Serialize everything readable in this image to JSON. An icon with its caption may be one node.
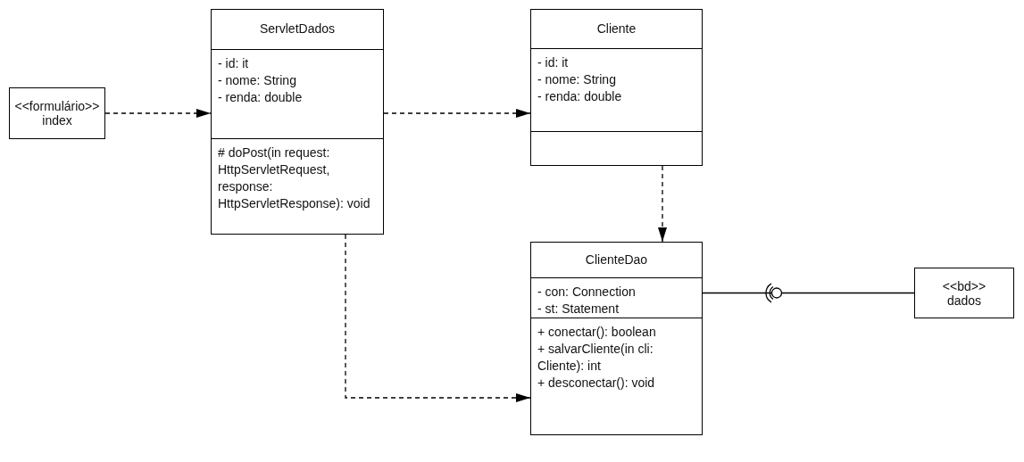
{
  "diagram": {
    "nodes": [
      {
        "text": [
          "<<formulário>>",
          "index"
        ]
      },
      {
        "text": [
          "ServletDados",
          "- id: it",
          "- nome: String",
          "- renda: double",
          "# doPost(in request: HttpServletRequest, response: HttpServletResponse): void"
        ]
      },
      {
        "text": [
          "Cliente",
          "- id: it",
          "- nome: String",
          "- renda: double"
        ]
      },
      {
        "text": [
          "ClienteDao",
          "- con: Connection",
          "- st: Statement",
          "+ conectar(): boolean",
          "+ salvarCliente(in cli: Cliente): int",
          "+ desconectar(): void"
        ]
      },
      {
        "text": [
          "<<bd>>",
          "dados"
        ]
      }
    ],
    "edges": [
      {
        "from": 0,
        "to": 1,
        "arrow": "to",
        "style": "dashed"
      },
      {
        "from": 1,
        "to": 2,
        "arrow": "to",
        "style": "dashed"
      },
      {
        "from": 2,
        "to": 3,
        "arrow": "to",
        "style": "dashed"
      },
      {
        "from": 1,
        "to": 3,
        "arrow": "to",
        "style": "dashed"
      },
      {
        "from": 3,
        "to": 4,
        "arrow": "none"
      }
    ]
  }
}
